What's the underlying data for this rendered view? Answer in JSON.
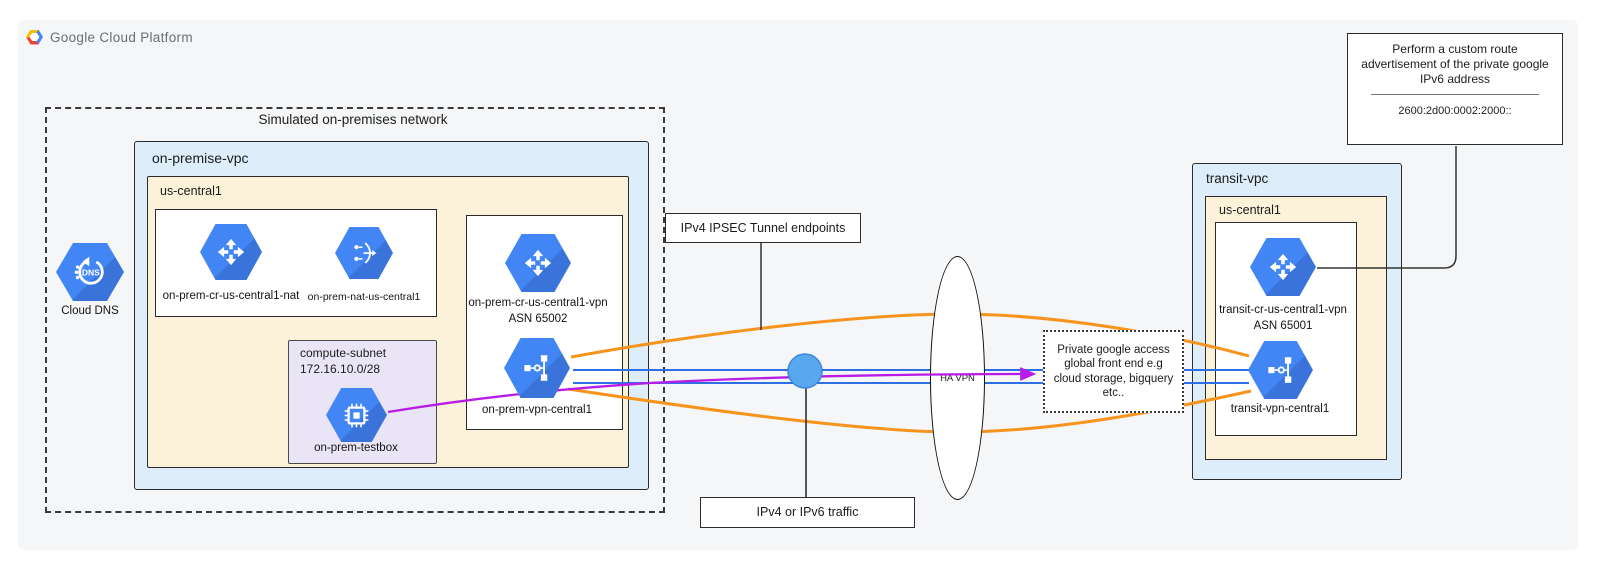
{
  "logo": {
    "text": "Google Cloud Platform"
  },
  "onprem": {
    "container_title": "Simulated on-premises network",
    "vpc_label": "on-premise-vpc",
    "region_label": "us-central1",
    "subnet": {
      "name": "compute-subnet",
      "cidr": "172.16.10.0/28"
    },
    "nodes": {
      "router_nat": {
        "label": "on-prem-cr-us-central1-nat"
      },
      "nat": {
        "label": "on-prem-nat-us-central1"
      },
      "router_vpn": {
        "label": "on-prem-cr-us-central1-vpn",
        "asn": "ASN 65002"
      },
      "vpn": {
        "label": "on-prem-vpn-central1"
      },
      "testbox": {
        "label": "on-prem-testbox"
      }
    }
  },
  "dns": {
    "label": "Cloud DNS",
    "glyph_text": "DNS"
  },
  "connect": {
    "ipsec_label": "IPv4 IPSEC Tunnel endpoints",
    "traffic_label": "IPv4 or IPv6 traffic",
    "havpn_label": "HA VPN",
    "pga_lines": [
      "Private google access",
      "global front end e.g",
      "cloud storage, bigquery",
      "etc.."
    ]
  },
  "transit": {
    "vpc_label": "transit-vpc",
    "region_label": "us-central1",
    "router": {
      "label": "transit-cr-us-central1-vpn",
      "asn": "ASN 65001"
    },
    "vpn": {
      "label": "transit-vpn-central1"
    }
  },
  "annotation": {
    "lines": [
      "Perform a custom route",
      "advertisement of the private google",
      "IPv6 address"
    ],
    "address": "2600:2d00:0002:2000::"
  },
  "colors": {
    "tunnel_orange": "#f7941d",
    "traffic_blue": "#2f6fe4",
    "ipv6_purple": "#b81ce6",
    "icon_blue": "#4285f4",
    "vpc_fill": "#ddeefa",
    "region_fill": "#fcf2da",
    "subnet_fill": "#e9e5f6",
    "card_bg": "#f5f6f7"
  }
}
